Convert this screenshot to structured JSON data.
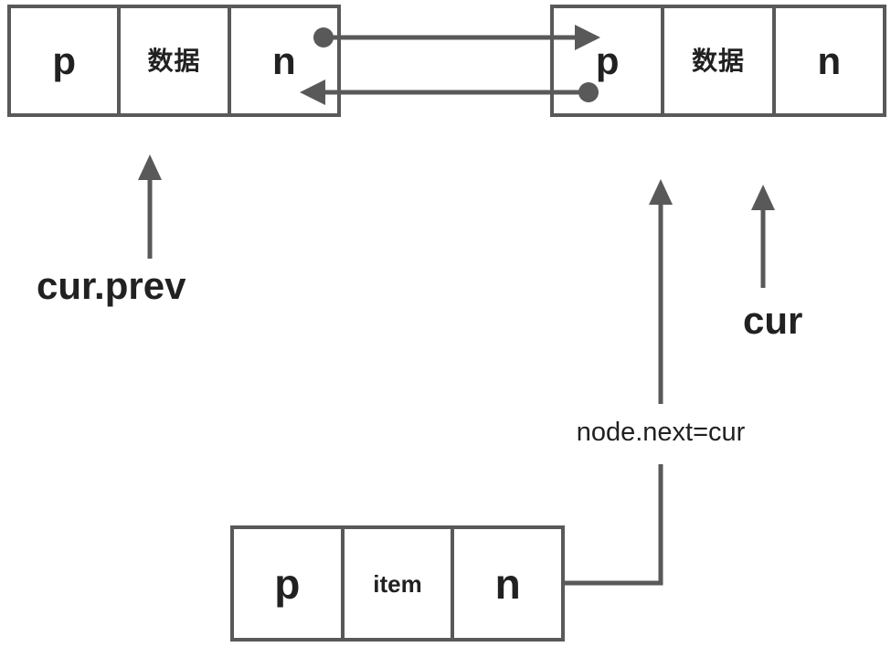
{
  "colors": {
    "line": "#595959",
    "text": "#212121",
    "background": "#ffffff"
  },
  "nodes": {
    "prev_node": {
      "cells": [
        "p",
        "数据",
        "n"
      ]
    },
    "cur_node": {
      "cells": [
        "p",
        "数据",
        "n"
      ]
    },
    "new_node": {
      "cells": [
        "p",
        "item",
        "n"
      ]
    }
  },
  "labels": {
    "cur_prev_pointer": "cur.prev",
    "cur_pointer": "cur",
    "assignment": "node.next=cur"
  }
}
